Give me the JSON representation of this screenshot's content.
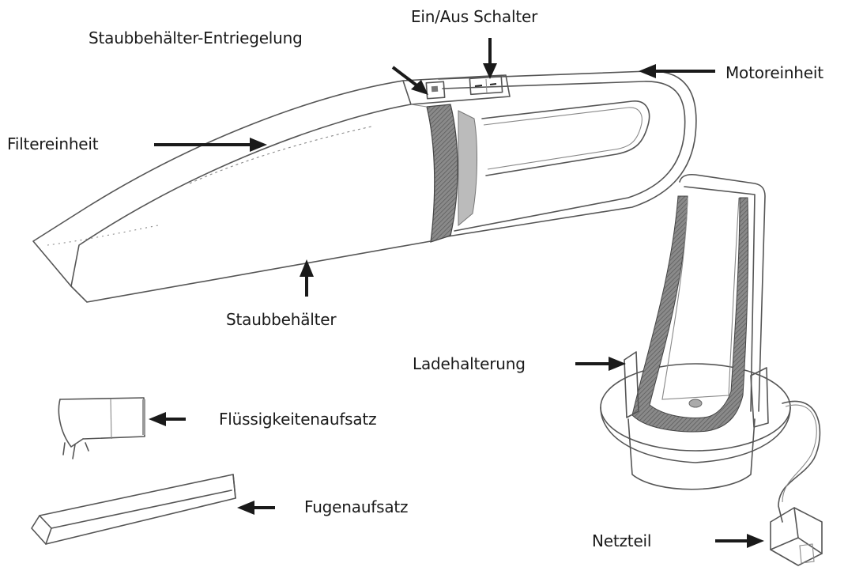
{
  "diagram": {
    "subject": "Handstaubsauger",
    "labels": {
      "dust_release": "Staubbehälter-Entriegelung",
      "power_switch": "Ein/Aus Schalter",
      "motor_unit": "Motoreinheit",
      "filter_unit": "Filtereinheit",
      "dust_container": "Staubbehälter",
      "charging_holder": "Ladehalterung",
      "liquid_nozzle": "Flüssigkeitenaufsatz",
      "crevice_nozzle": "Fugenaufsatz",
      "power_adapter": "Netzteil"
    },
    "colors": {
      "line": "#555555",
      "arrow": "#1a1a1a",
      "band": "#7a7a7a",
      "background": "#ffffff"
    }
  }
}
